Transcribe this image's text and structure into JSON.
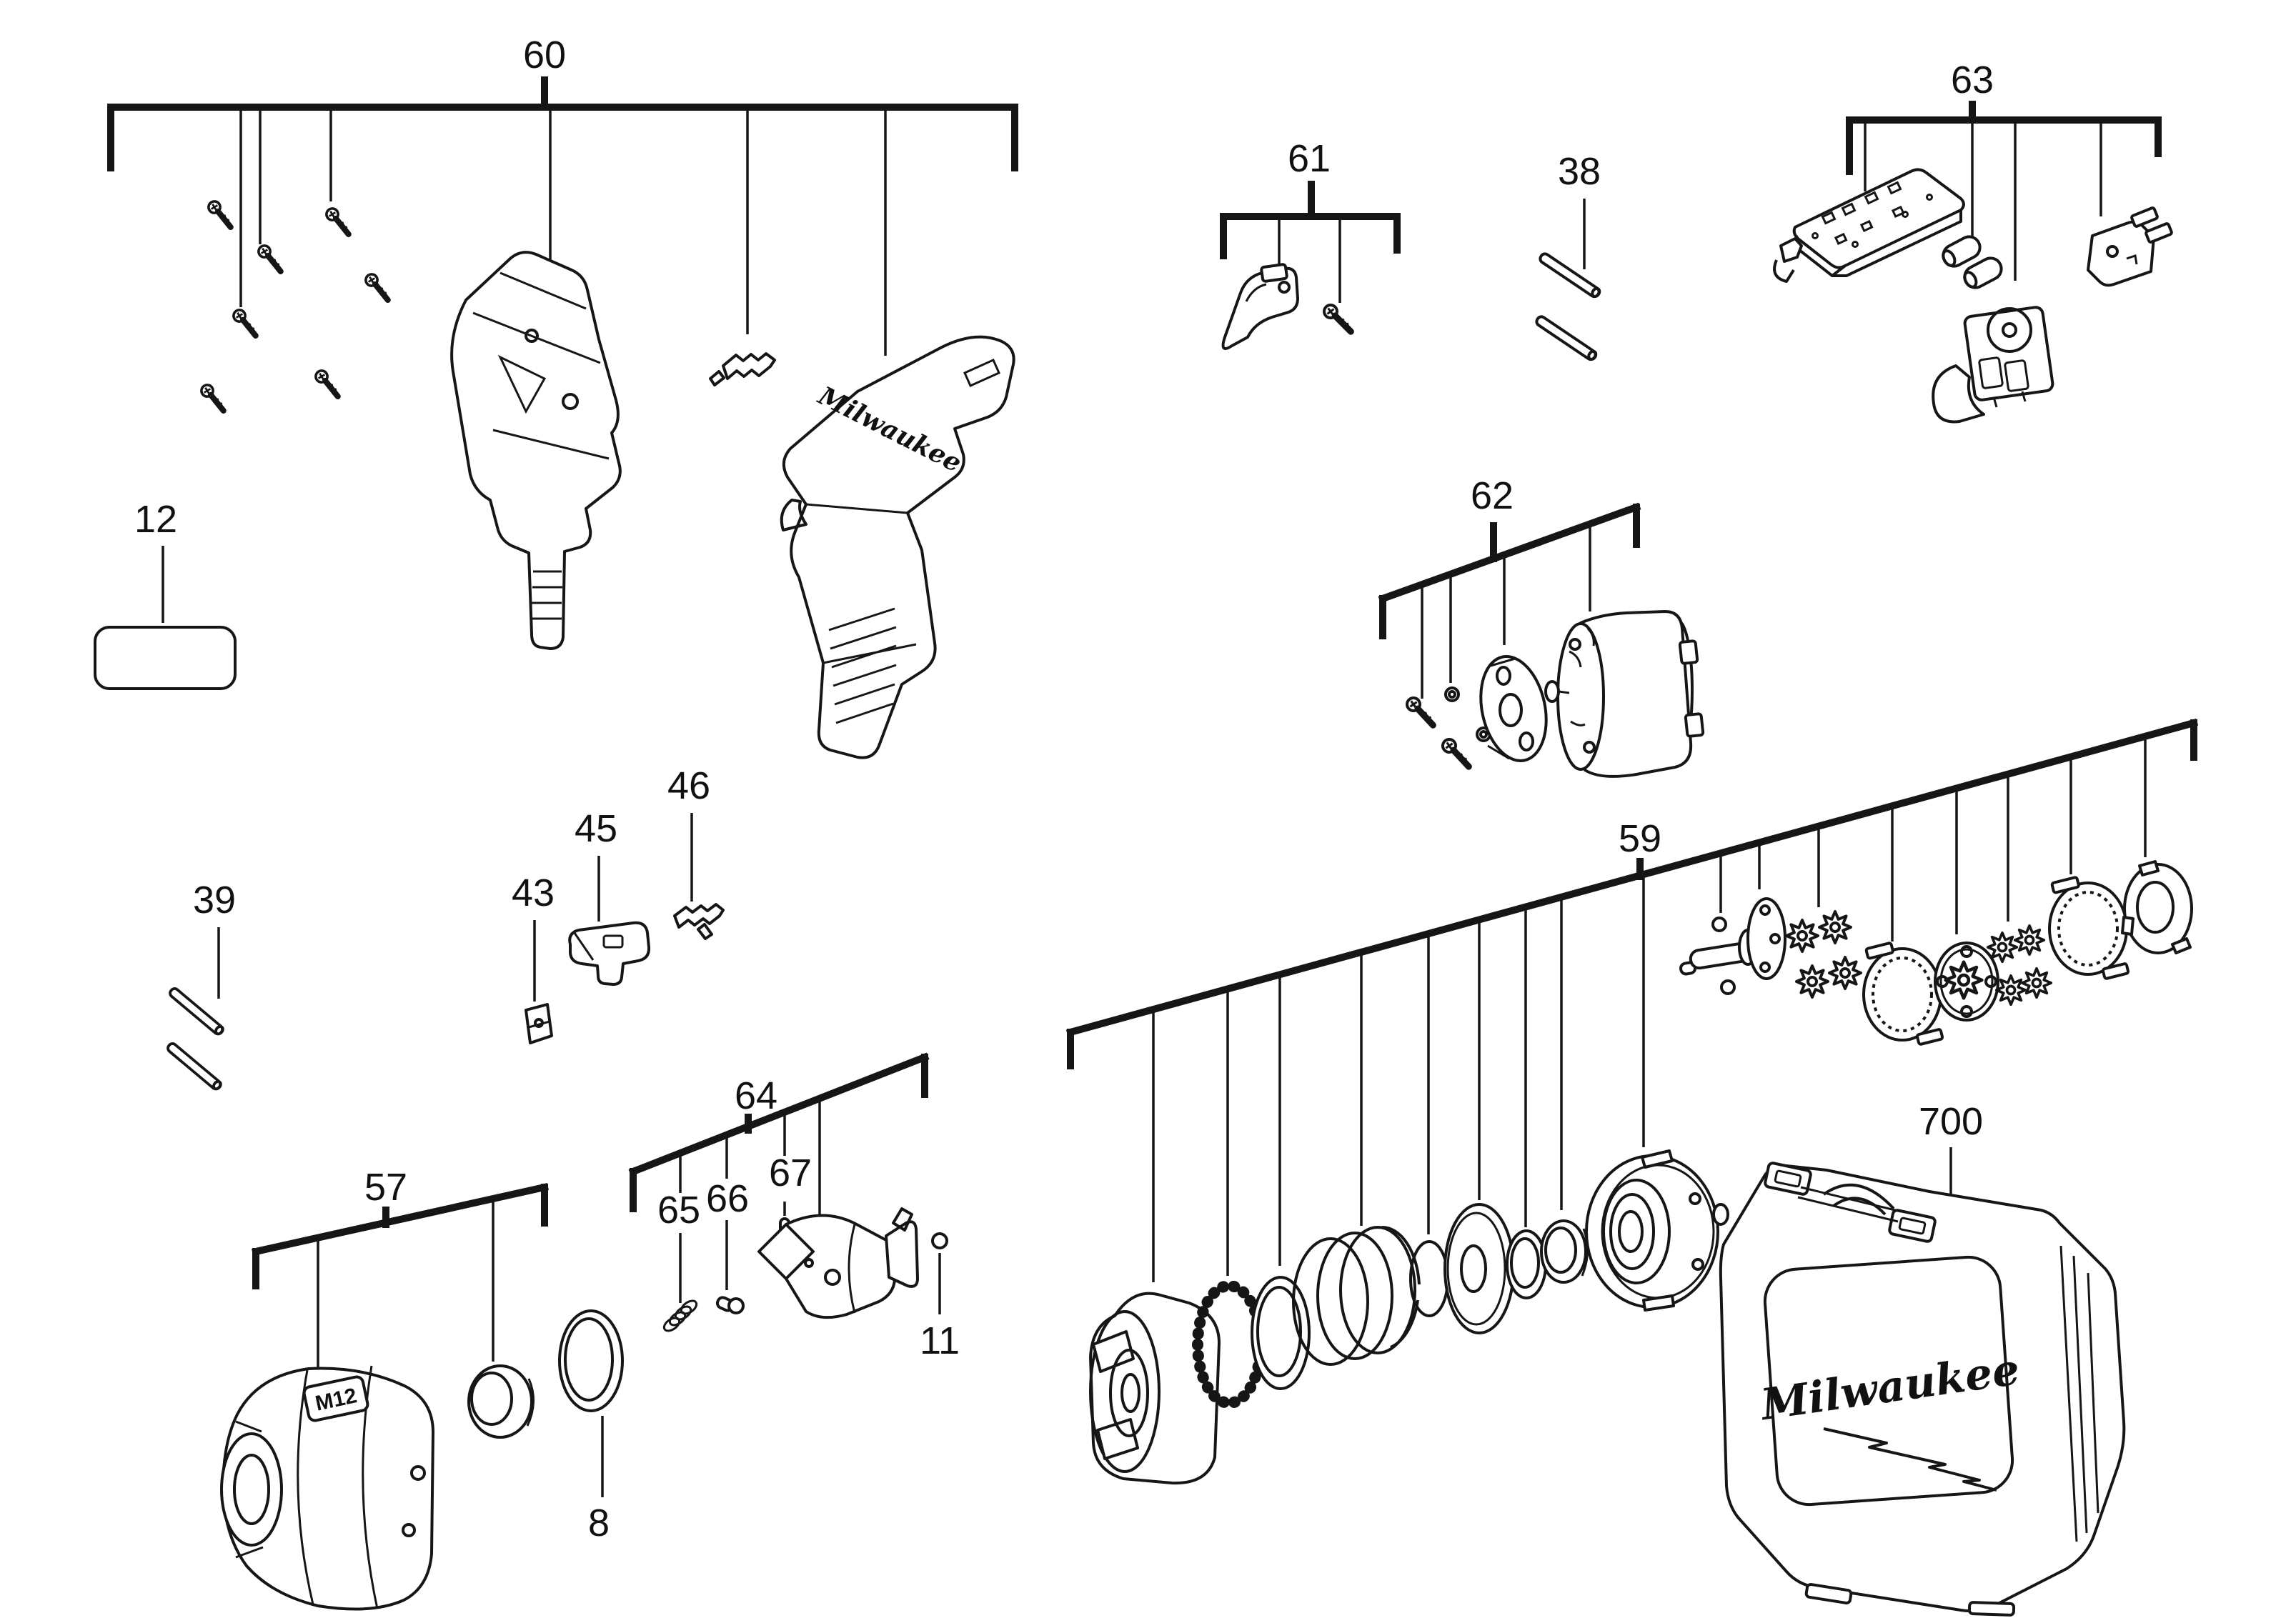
{
  "title": "Exploded parts diagram - cordless impact wrench",
  "colors": {
    "ink": "#161616",
    "background": "#ffffff"
  },
  "brand": {
    "logo_text": "Milwaukee",
    "case_logo_text": "Milwaukee",
    "nose_badge": "M12"
  },
  "callouts": {
    "60": "60",
    "12": "12",
    "61": "61",
    "38": "38",
    "63": "63",
    "62": "62",
    "39": "39",
    "43": "43",
    "45": "45",
    "46": "46",
    "57": "57",
    "8": "8",
    "64": "64",
    "65": "65",
    "66": "66",
    "67": "67",
    "11": "11",
    "59": "59",
    "700": "700"
  },
  "groups": [
    {
      "id": "60",
      "label": "60",
      "parts": [
        "screw x7",
        "left-housing-half",
        "bit-holder-clip",
        "right-housing-half"
      ]
    },
    {
      "id": "12",
      "label": "12",
      "parts": [
        "service-nameplate"
      ]
    },
    {
      "id": "61",
      "label": "61",
      "parts": [
        "trigger",
        "screw"
      ]
    },
    {
      "id": "38",
      "label": "38",
      "parts": [
        "pin x2"
      ]
    },
    {
      "id": "63",
      "label": "63",
      "parts": [
        "electronics-module",
        "sleeve x2",
        "switch-assembly",
        "terminal-block"
      ]
    },
    {
      "id": "62",
      "label": "62",
      "parts": [
        "screw x2",
        "washer x2",
        "motor-end-plate",
        "dc-motor"
      ]
    },
    {
      "id": "39",
      "label": "39",
      "parts": [
        "pin x2"
      ]
    },
    {
      "id": "43",
      "label": "43",
      "parts": [
        "spring-plate"
      ]
    },
    {
      "id": "45",
      "label": "45",
      "parts": [
        "forward-reverse-shuttle"
      ]
    },
    {
      "id": "46",
      "label": "46",
      "parts": [
        "contact-clip"
      ]
    },
    {
      "id": "57",
      "label": "57",
      "parts": [
        "nose-housing",
        "bushing"
      ]
    },
    {
      "id": "8",
      "label": "8",
      "parts": [
        "retaining-ring"
      ]
    },
    {
      "id": "64",
      "label": "64",
      "parts": [
        "anvil-assembly"
      ]
    },
    {
      "id": "65",
      "label": "65",
      "parts": [
        "detent-spring"
      ]
    },
    {
      "id": "66",
      "label": "66",
      "parts": [
        "detent-ball"
      ]
    },
    {
      "id": "67",
      "label": "67",
      "parts": [
        "anvil-pin"
      ]
    },
    {
      "id": "11",
      "label": "11",
      "parts": [
        "steel-ball"
      ]
    },
    {
      "id": "59",
      "label": "59",
      "parts": [
        "clutch-cup",
        "ball-bearing-ring",
        "washer",
        "impact-spring",
        "retaining-ring",
        "washer-disc",
        "ring",
        "cup-washer",
        "gear-case",
        "steel-ball x2",
        "spindle",
        "planet-pinion x4",
        "ring-gear",
        "planet-carrier",
        "planet-pinion x4",
        "ring-gear",
        "cam-washer"
      ]
    },
    {
      "id": "700",
      "label": "700",
      "parts": [
        "carrying-case"
      ]
    }
  ]
}
